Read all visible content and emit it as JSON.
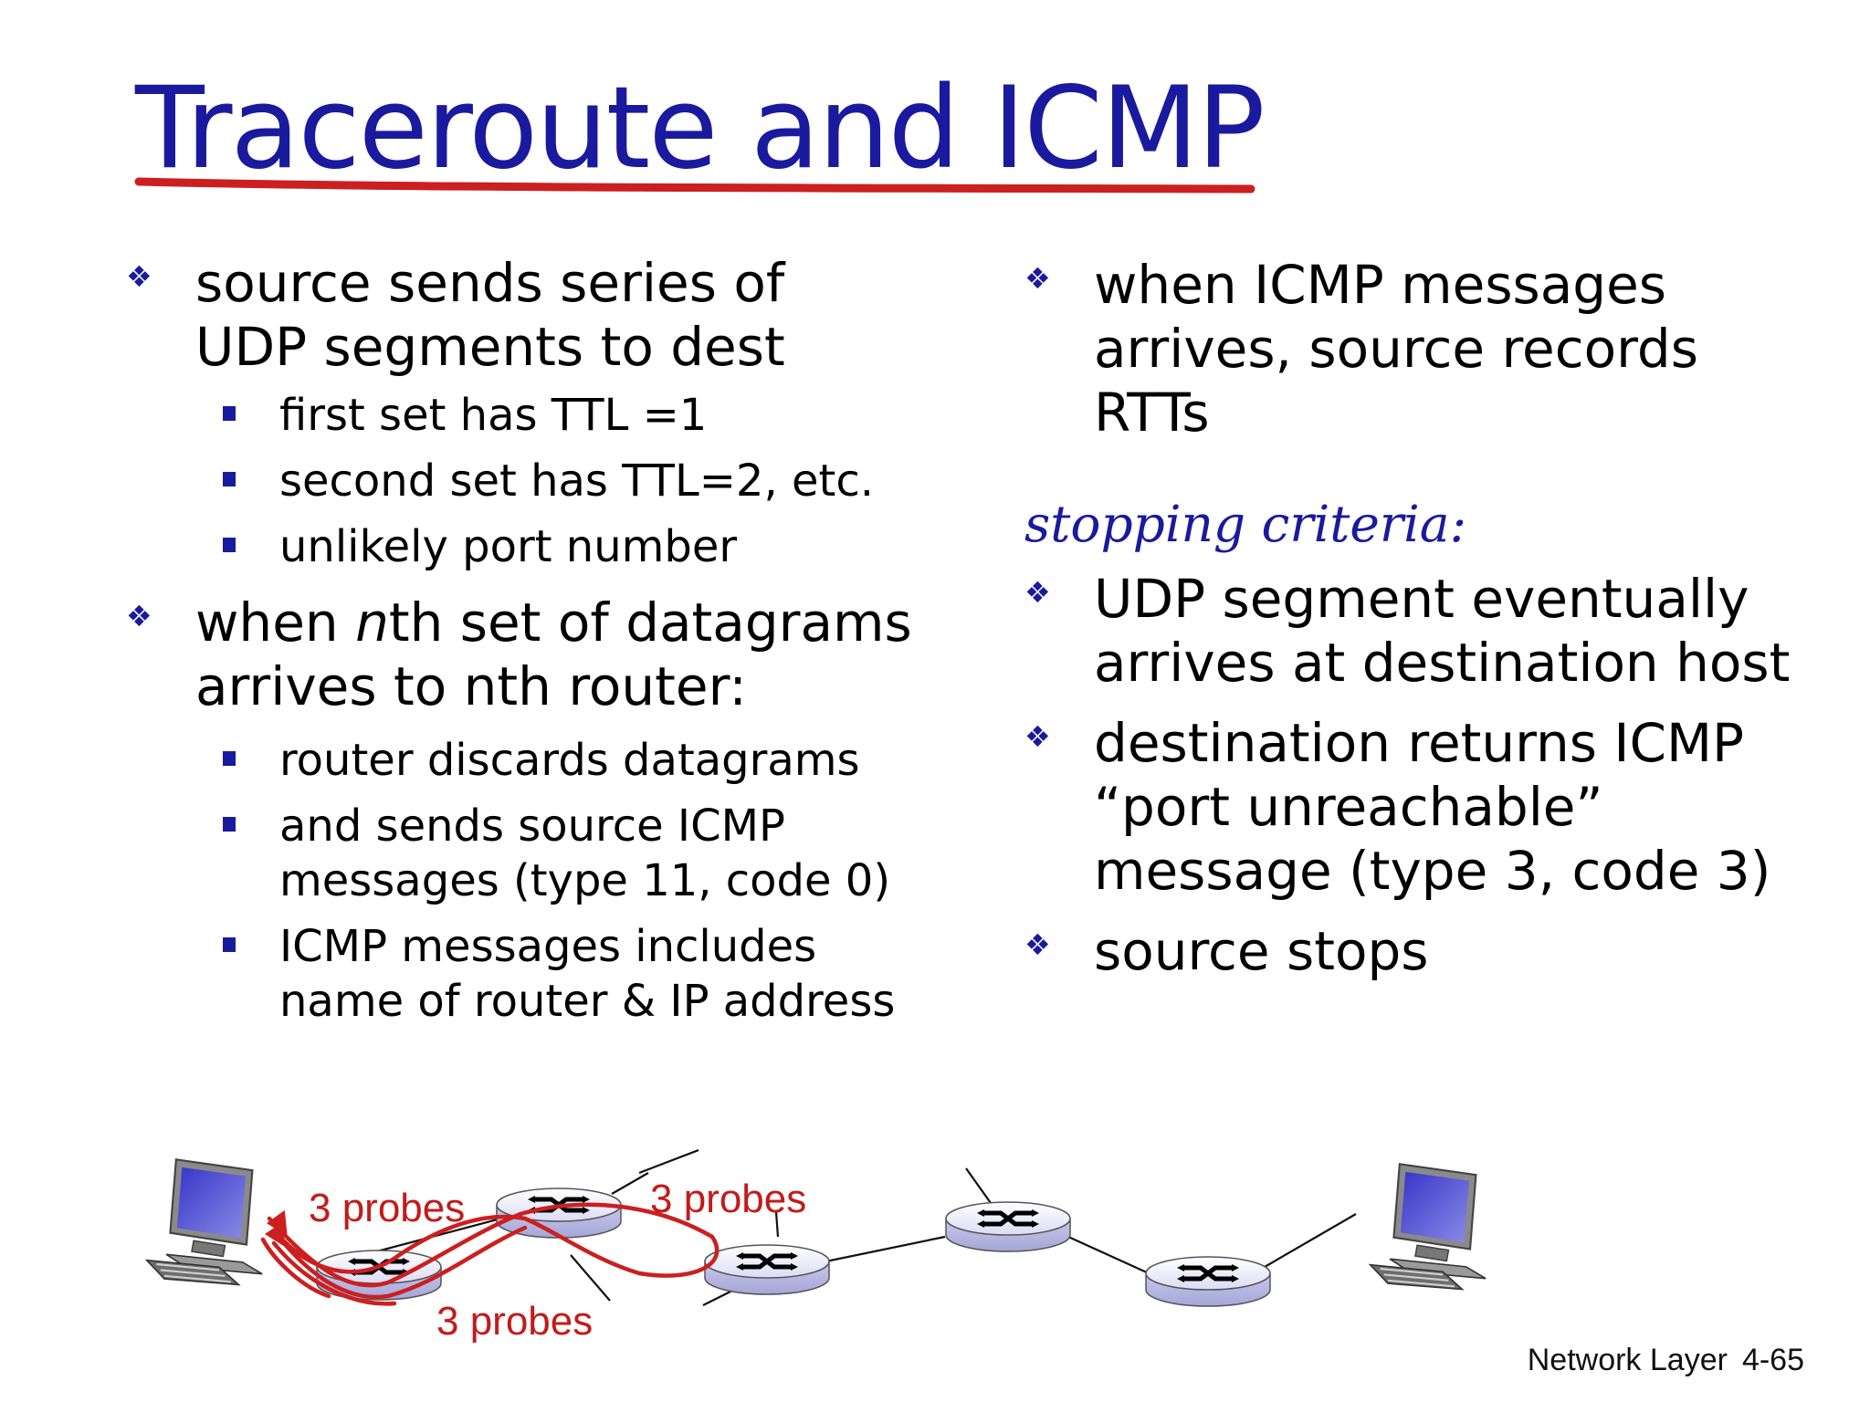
{
  "slide": {
    "title": "Traceroute and ICMP",
    "left": {
      "b1": "source sends series of",
      "b1b": "UDP segments to dest",
      "b1_sub": [
        "first set has TTL =1",
        "second set has TTL=2, etc.",
        "unlikely port number"
      ],
      "b2_pre": "when ",
      "b2_em": "n",
      "b2_post": "th set of datagrams",
      "b2b": "arrives to nth router:",
      "b2_sub": {
        "s1": "router discards datagrams",
        "s2a": "and sends source ICMP",
        "s2b": "messages (type 11, code 0)",
        "s3a": "ICMP messages includes",
        "s3b": "name of router & IP address"
      }
    },
    "right": {
      "r1a": "when ICMP messages",
      "r1b": "arrives, source records",
      "r1c": "RTTs",
      "stop_heading": "stopping criteria:",
      "r2a": "UDP segment eventually",
      "r2b": "arrives at destination host",
      "r3a": "destination returns ICMP",
      "r3b": "“port unreachable”",
      "r3c": "message (type 3, code 3)",
      "r4": "source stops"
    },
    "diagram": {
      "probe_label_1": "3 probes",
      "probe_label_2": "3 probes",
      "probe_label_3": "3 probes"
    },
    "footer": {
      "section": "Network Layer",
      "page": "4-65"
    },
    "colors": {
      "title": "#1a1a9e",
      "annotation": "#cc1f1f",
      "probe_text": "#c41a1a",
      "bullet": "#1a1a9e"
    },
    "icons": {
      "l1_bullet": "diamond-cluster-icon",
      "l2_bullet": "square-bullet-icon",
      "host": "computer-icon",
      "router": "router-icon"
    }
  }
}
